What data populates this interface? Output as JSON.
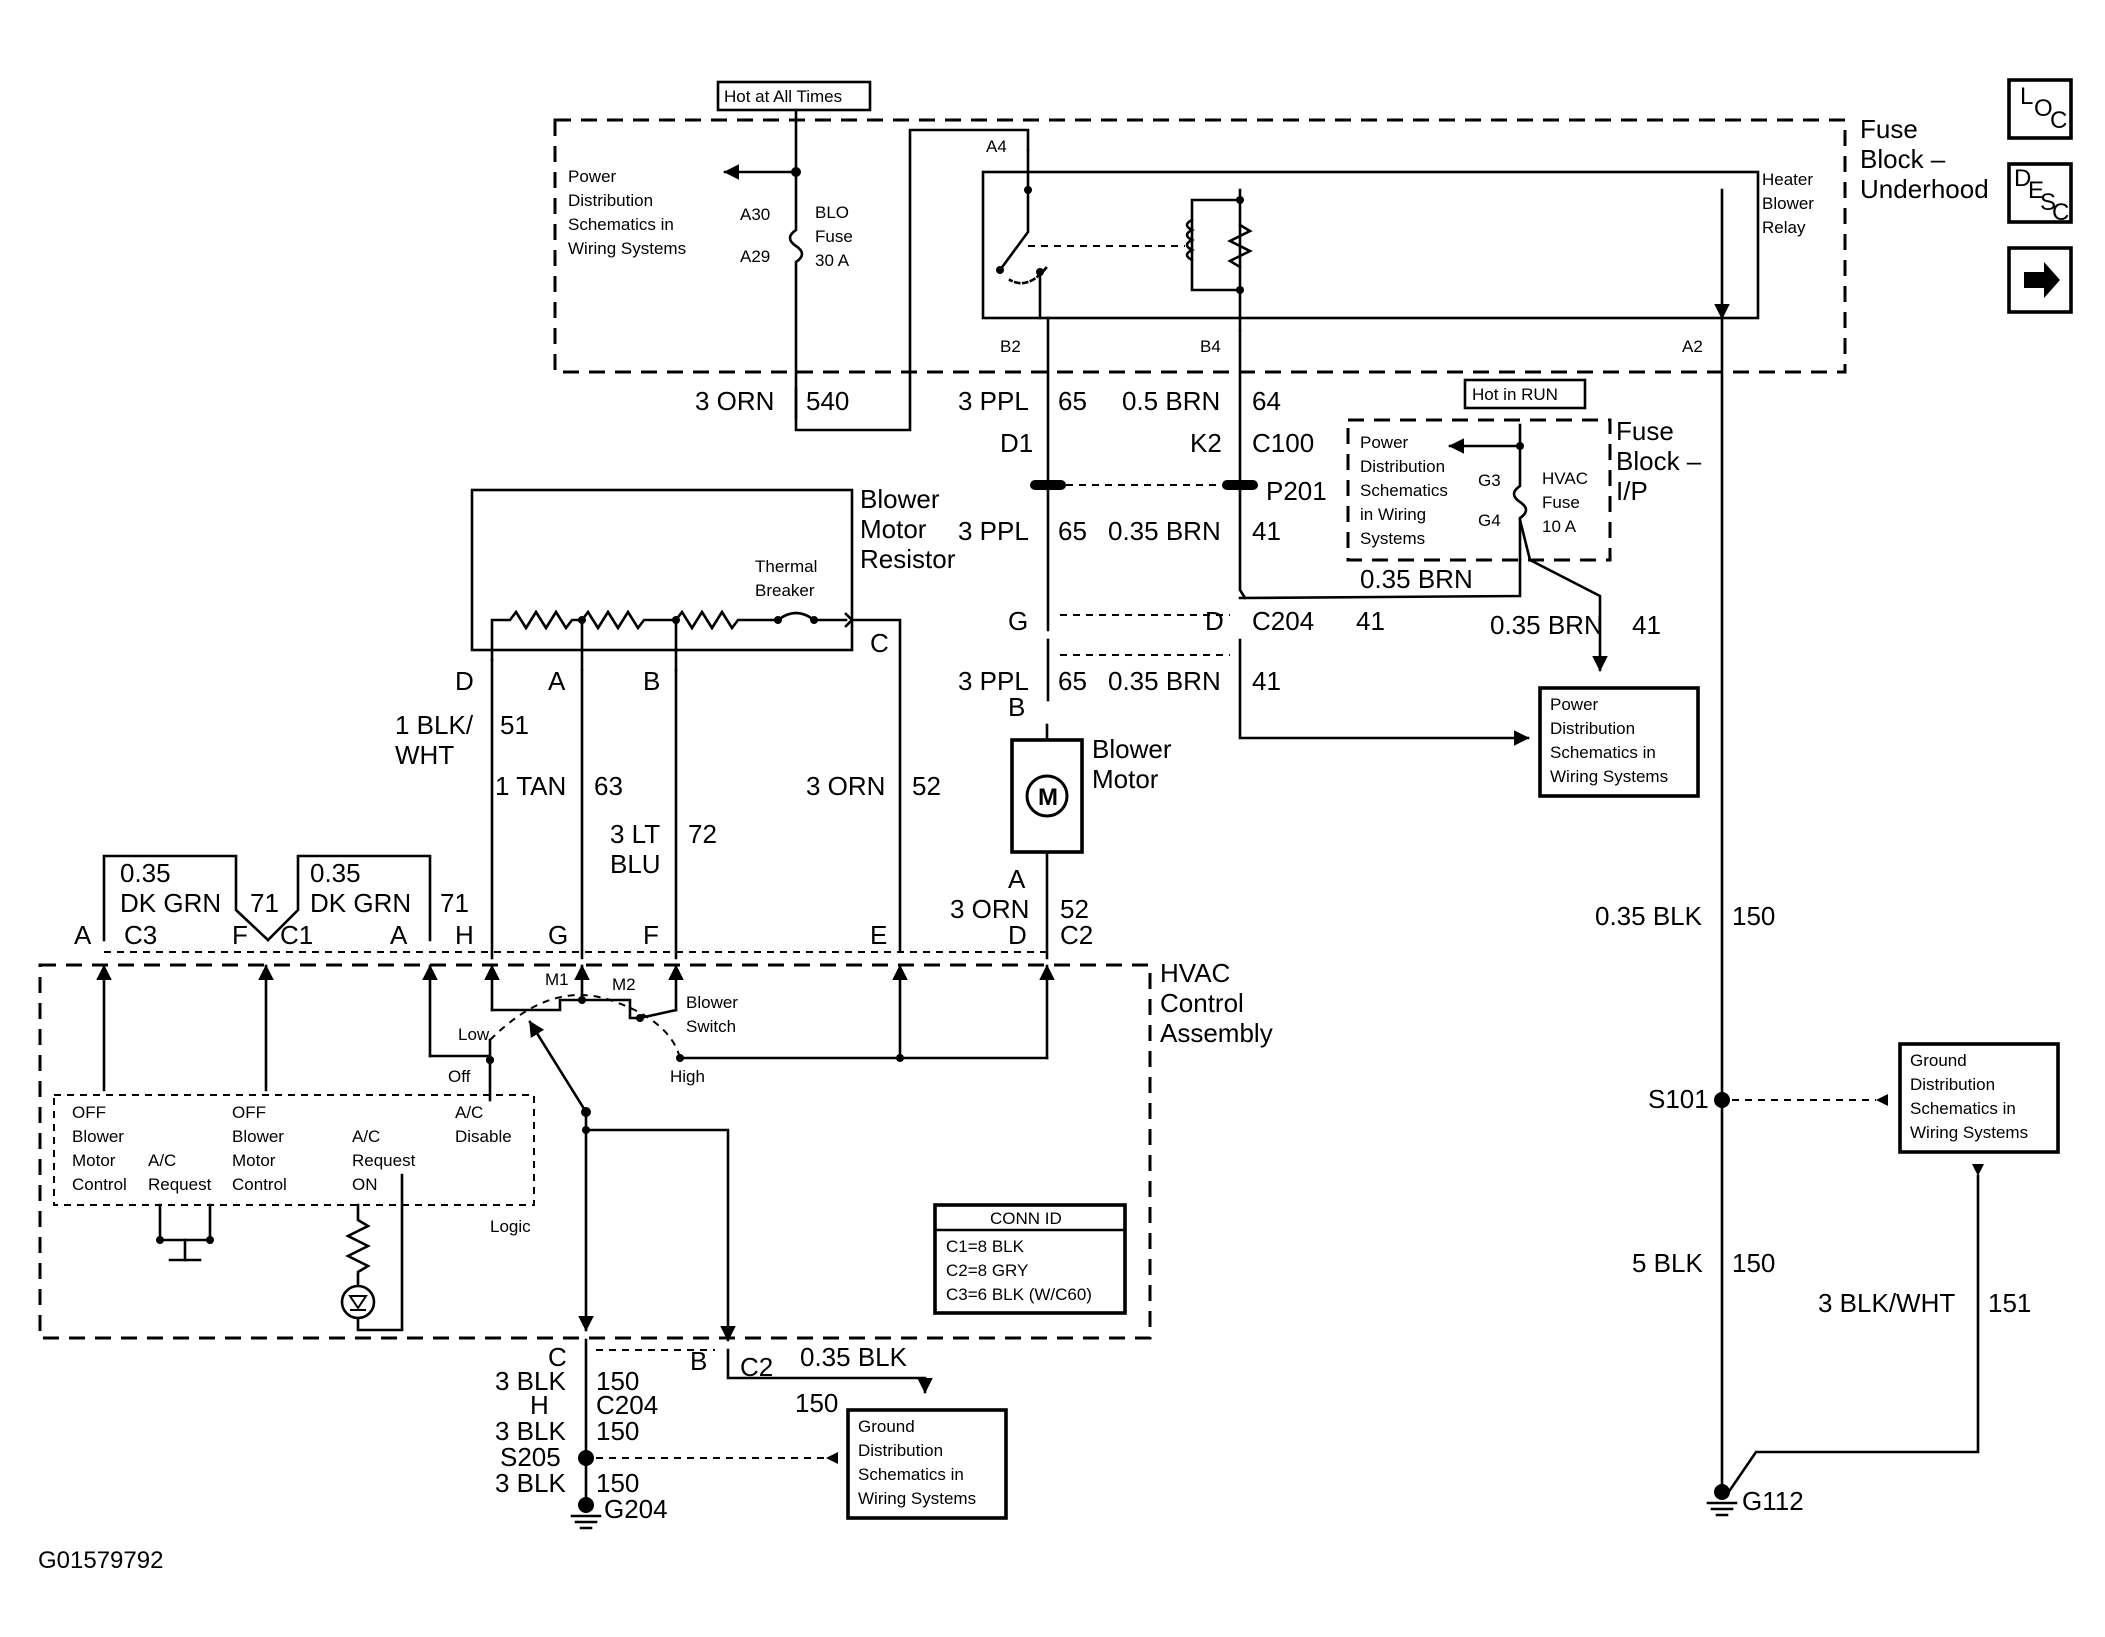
{
  "fuse_block_underhood": {
    "label1": "Fuse",
    "label2": "Block –",
    "label3": "Underhood",
    "hot_at_all_times": "Hot at All Times",
    "power_dist": [
      "Power",
      "Distribution",
      "Schematics in",
      "Wiring Systems"
    ],
    "blo_fuse": [
      "BLO",
      "Fuse",
      "30 A"
    ],
    "pin_a30": "A30",
    "pin_a29": "A29",
    "pin_a4": "A4",
    "pin_b2": "B2",
    "pin_b4": "B4",
    "pin_a2": "A2",
    "relay": [
      "Heater",
      "Blower",
      "Relay"
    ]
  },
  "nav_icons": {
    "loc_main": "L",
    "loc_sub1": "O",
    "loc_sub2": "C",
    "desc_main": "D",
    "desc_sub1": "E",
    "desc_sub2": "S",
    "desc_sub3": "C"
  },
  "wires": {
    "orn_540": "3 ORN",
    "orn_540_num": "540",
    "ppl_65_top": "3 PPL",
    "ppl_65_top_num": "65",
    "brn_64": "0.5 BRN",
    "brn_64_num": "64",
    "d1": "D1",
    "k2": "K2",
    "c100": "C100",
    "p201": "P201",
    "ppl_65_mid": "3 PPL",
    "ppl_65_mid_num": "65",
    "brn_41_mid": "0.35 BRN",
    "brn_41_mid_num": "41",
    "brn_41_fuse": "0.35 BRN",
    "g_pin": "G",
    "d_pin": "D",
    "c204": "C204",
    "c204_num": "41",
    "brn_41_right": "0.35 BRN",
    "brn_41_right_num": "41",
    "ppl_65_bot": "3 PPL",
    "ppl_65_bot_num": "65",
    "brn_41_bot": "0.35 BRN",
    "brn_41_bot_num": "41",
    "b_pin": "B"
  },
  "hot_in_run": "Hot in RUN",
  "fuse_block_ip": {
    "label1": "Fuse",
    "label2": "Block –",
    "label3": "I/P",
    "power_dist": [
      "Power",
      "Distribution",
      "Schematics",
      "in Wiring",
      "Systems"
    ],
    "pin_g3": "G3",
    "pin_g4": "G4",
    "hvac_fuse": [
      "HVAC",
      "Fuse",
      "10 A"
    ]
  },
  "power_dist_box": [
    "Power",
    "Distribution",
    "Schematics in",
    "Wiring Systems"
  ],
  "blower_motor_resistor": {
    "label": [
      "Blower",
      "Motor",
      "Resistor"
    ],
    "thermal_breaker": [
      "Thermal",
      "Breaker"
    ],
    "pins": [
      "D",
      "A",
      "B",
      "C"
    ]
  },
  "resistor_wires": {
    "blk_wht": [
      "1 BLK/",
      "WHT"
    ],
    "blk_wht_num": "51",
    "tan": "1 TAN",
    "tan_num": "63",
    "lt_blu": [
      "3 LT",
      "BLU"
    ],
    "lt_blu_num": "72",
    "orn": "3 ORN",
    "orn_num": "52"
  },
  "blower_motor": {
    "label": [
      "Blower",
      "Motor"
    ],
    "symbol": "M",
    "pin_a": "A",
    "wire": "3 ORN",
    "wire_num": "52",
    "pin_d": "D",
    "c2": "C2"
  },
  "hvac_conn_row": {
    "left_wire": [
      "0.35",
      "DK GRN"
    ],
    "left_num": "71",
    "mid_wire": [
      "0.35",
      "DK GRN"
    ],
    "mid_num": "71",
    "pins": [
      "A",
      "C3",
      "F",
      "C1",
      "A",
      "H",
      "G",
      "F",
      "E"
    ]
  },
  "hvac_control": {
    "label": [
      "HVAC",
      "Control",
      "Assembly"
    ],
    "m1": "M1",
    "m2": "M2",
    "blower_switch": [
      "Blower",
      "Switch"
    ],
    "low": "Low",
    "off": "Off",
    "high": "High",
    "logic_labels": {
      "off_blower_1": [
        "OFF",
        "Blower",
        "Motor",
        "Control"
      ],
      "ac_request": [
        "A/C",
        "Request"
      ],
      "off_blower_2": [
        "OFF",
        "Blower",
        "Motor",
        "Control"
      ],
      "ac_request_on": [
        "A/C",
        "Request",
        "ON"
      ],
      "ac_disable": [
        "A/C",
        "Disable"
      ]
    },
    "logic": "Logic",
    "conn_id": {
      "title": "CONN ID",
      "rows": [
        "C1=8 BLK",
        "C2=8 GRY",
        "C3=6 BLK (W/C60)"
      ]
    }
  },
  "ground_left": {
    "c_pin": "C",
    "blk1": "3 BLK",
    "num1": "150",
    "h_pin": "H",
    "c204": "C204",
    "blk2": "3 BLK",
    "num2": "150",
    "s205": "S205",
    "blk3": "3 BLK",
    "num3": "150",
    "g204": "G204",
    "b_pin": "B",
    "c2": "C2",
    "blk_035": "0.35 BLK",
    "num_c2": "150",
    "ground_dist": [
      "Ground",
      "Distribution",
      "Schematics in",
      "Wiring Systems"
    ]
  },
  "ground_right": {
    "blk_035": "0.35 BLK",
    "num1": "150",
    "s101": "S101",
    "blk_5": "5 BLK",
    "num2": "150",
    "blk_wht": "3 BLK/WHT",
    "num3": "151",
    "g112": "G112",
    "ground_dist": [
      "Ground",
      "Distribution",
      "Schematics in",
      "Wiring Systems"
    ]
  },
  "figure_id": "G01579792"
}
